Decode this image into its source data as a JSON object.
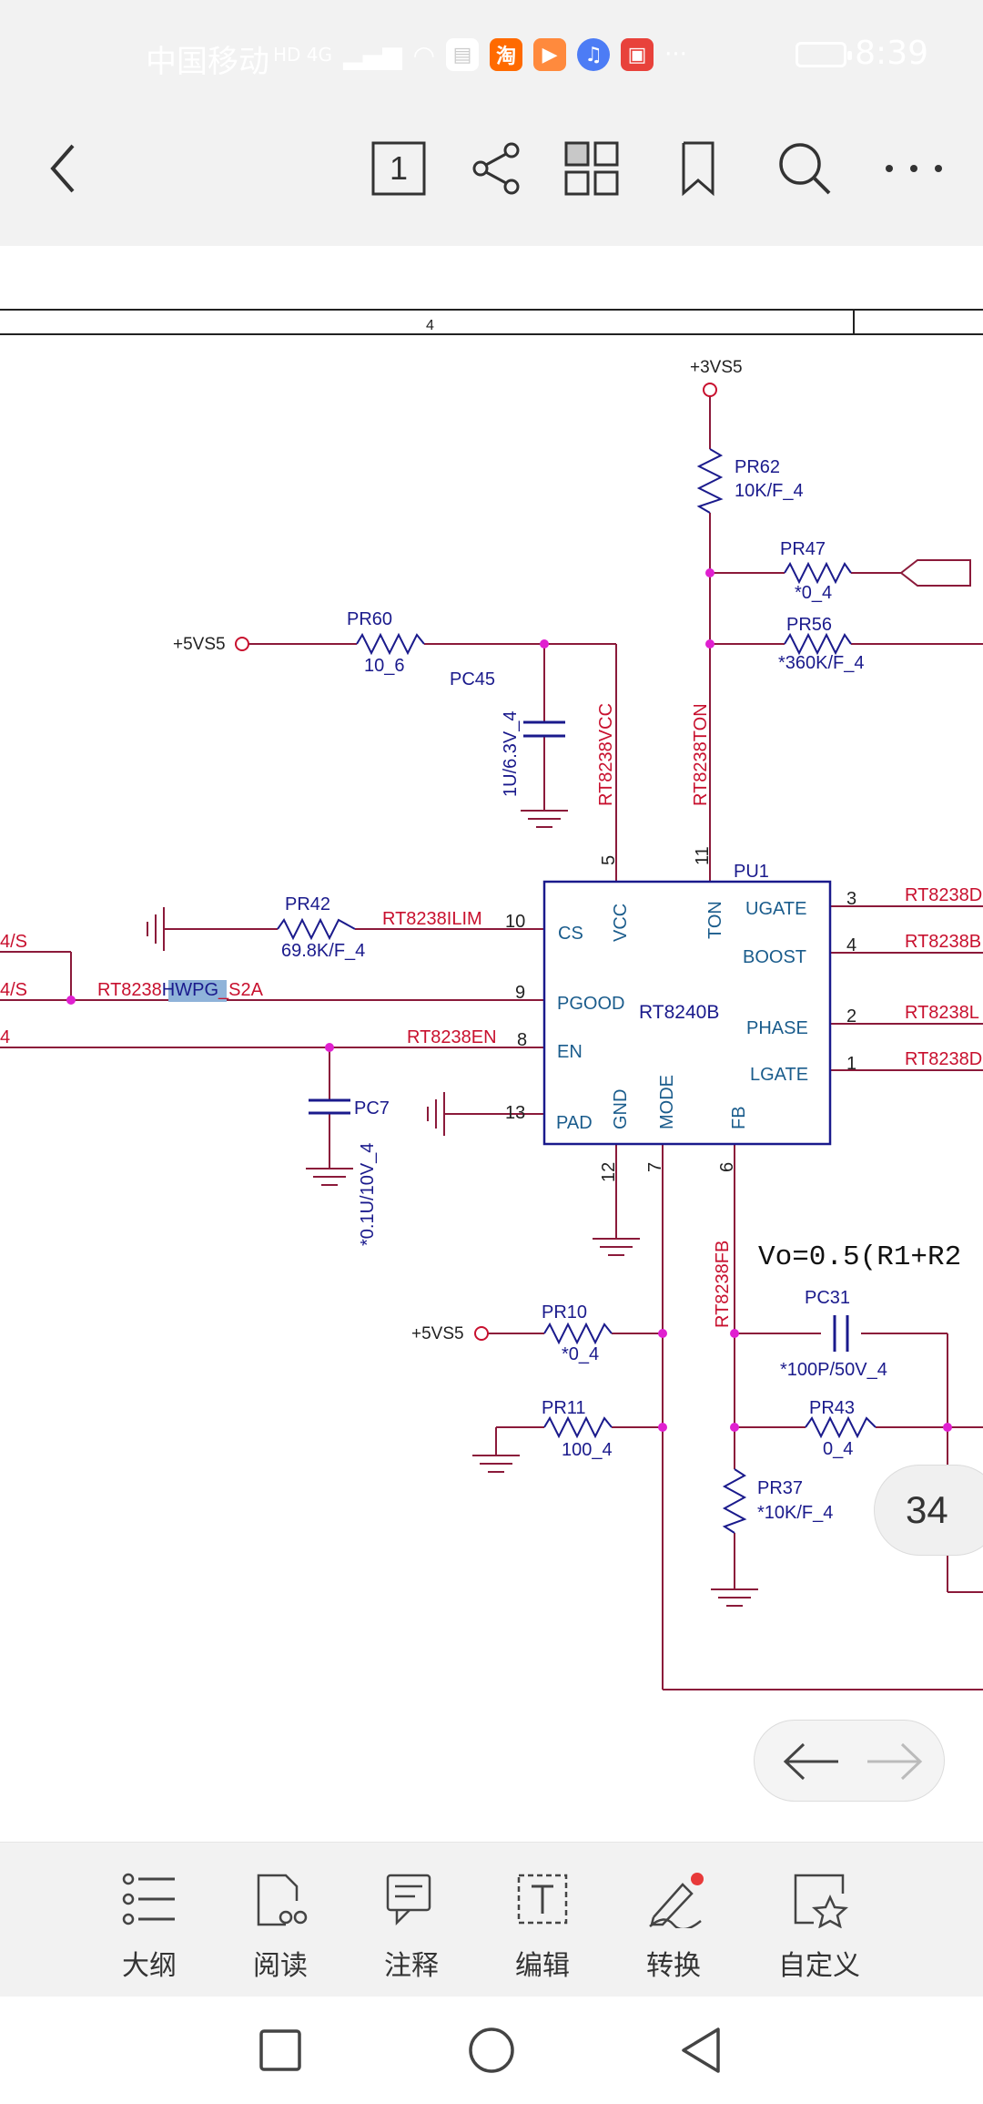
{
  "status_bar": {
    "carrier": "中国移动",
    "network_badges": "HD 4G",
    "app_icons": [
      "淘",
      "▶",
      "♫",
      "▣"
    ],
    "more": "···",
    "time": "8:39"
  },
  "toolbar": {
    "page_count": "1",
    "icons": [
      "back-icon",
      "page-count-icon",
      "share-icon",
      "grid-icon",
      "bookmark-icon",
      "search-icon",
      "more-icon"
    ]
  },
  "schematic": {
    "column_label": "4",
    "net_labels": {
      "v3vs5_top": "+3VS5",
      "v5vs5_left": "+5VS5",
      "v5vs5_mid": "+5VS5",
      "vcc_net": "RT8238VCC",
      "ton_net": "RT8238TON",
      "ilim_net": "RT8238ILIM",
      "hwpg_prefix": "RT8238",
      "hwpg_highlight": "HWPG",
      "hwpg_suffix": "_S2A",
      "en_net": "RT8238EN",
      "fb_net": "RT8238FB",
      "left_a": "4/S",
      "left_b": "4/S",
      "left_c": "4",
      "right_1": "RT8238D",
      "right_2": "RT8238B",
      "right_3": "RT8238L",
      "right_4": "RT8238D"
    },
    "components": {
      "pr62": {
        "ref": "PR62",
        "value": "10K/F_4"
      },
      "pr47": {
        "ref": "PR47",
        "value": "*0_4"
      },
      "pr56": {
        "ref": "PR56",
        "value": "*360K/F_4"
      },
      "pr60": {
        "ref": "PR60",
        "value": "10_6"
      },
      "pc45": {
        "ref": "PC45",
        "value": "1U/6.3V_4"
      },
      "pr42": {
        "ref": "PR42",
        "value": "69.8K/F_4"
      },
      "pc7": {
        "ref": "PC7",
        "value": "*0.1U/10V_4"
      },
      "pr10": {
        "ref": "PR10",
        "value": "*0_4"
      },
      "pr11": {
        "ref": "PR11",
        "value": "100_4"
      },
      "pc31": {
        "ref": "PC31",
        "value": "*100P/50V_4"
      },
      "pr43": {
        "ref": "PR43",
        "value": "0_4"
      },
      "pr37": {
        "ref": "PR37",
        "value": "*10K/F_4"
      }
    },
    "ic": {
      "ref": "PU1",
      "name": "RT8240B",
      "pins": {
        "vcc": "VCC",
        "ton": "TON",
        "ugate": "UGATE",
        "boost": "BOOST",
        "cs": "CS",
        "pgood": "PGOOD",
        "en": "EN",
        "pad": "PAD",
        "gnd": "GND",
        "mode": "MODE",
        "fb": "FB",
        "phase": "PHASE",
        "lgate": "LGATE"
      },
      "pin_numbers": {
        "p5": "5",
        "p11": "11",
        "p3": "3",
        "p4": "4",
        "p10": "10",
        "p9": "9",
        "p8": "8",
        "p13": "13",
        "p2": "2",
        "p1": "1",
        "p12": "12",
        "p7": "7",
        "p6": "6"
      }
    },
    "formula": "Vo=0.5(R1+R2"
  },
  "page_badge": "34",
  "bottom_tabs": [
    {
      "label": "大纲",
      "icon": "outline-icon"
    },
    {
      "label": "阅读",
      "icon": "read-icon"
    },
    {
      "label": "注释",
      "icon": "annotate-icon"
    },
    {
      "label": "编辑",
      "icon": "edit-icon"
    },
    {
      "label": "转换",
      "icon": "convert-icon"
    },
    {
      "label": "自定义",
      "icon": "customize-icon"
    }
  ],
  "colors": {
    "wire": "#8b1a3a",
    "net_red": "#c8102e",
    "component_blue": "#1a1a8c",
    "junction": "#e020d0",
    "highlight": "#8fb3d9"
  }
}
